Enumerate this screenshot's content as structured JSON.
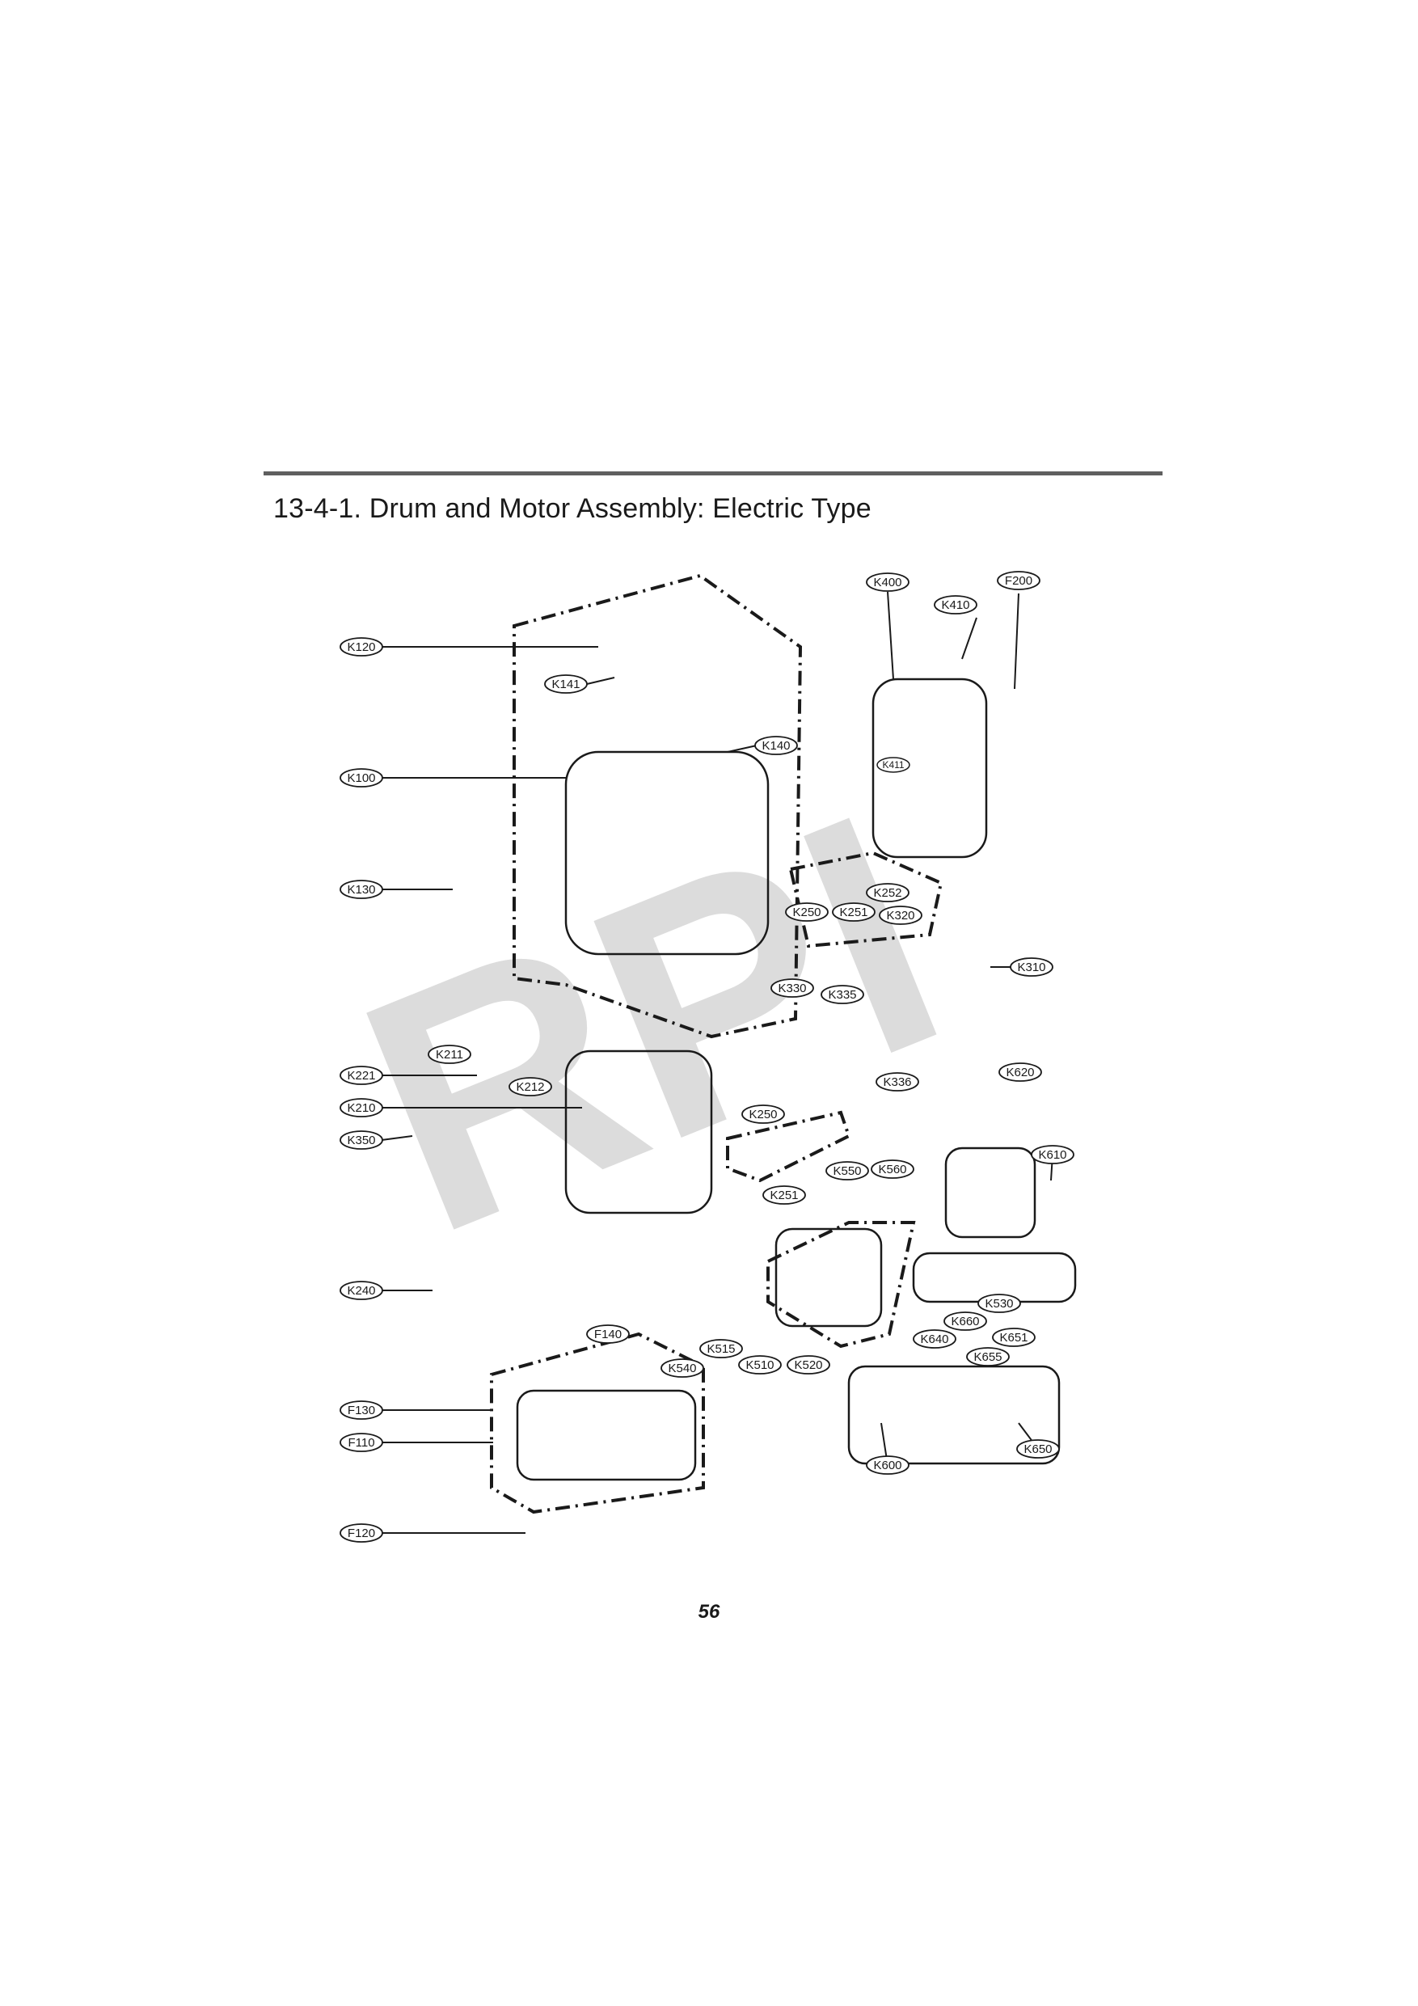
{
  "document": {
    "section_title": "13-4-1. Drum and Motor Assembly: Electric Type",
    "page_number": "56",
    "watermark": "RPI"
  },
  "callouts": [
    "K120",
    "K141",
    "K100",
    "K140",
    "K130",
    "K400",
    "K410",
    "F200",
    "K411",
    "K250",
    "K251",
    "K252",
    "K320",
    "K310",
    "K330",
    "K335",
    "K211",
    "K221",
    "K212",
    "K210",
    "K350",
    "K250",
    "K251",
    "K336",
    "K620",
    "K550",
    "K560",
    "K610",
    "K240",
    "K515",
    "K540",
    "K510",
    "K520",
    "K530",
    "K660",
    "K640",
    "K651",
    "K655",
    "F140",
    "F130",
    "F110",
    "K600",
    "K650",
    "F120"
  ],
  "colors": {
    "ink": "#1a1a1a",
    "rule": "#5f5f5f",
    "watermark": "#dcdcdc"
  }
}
